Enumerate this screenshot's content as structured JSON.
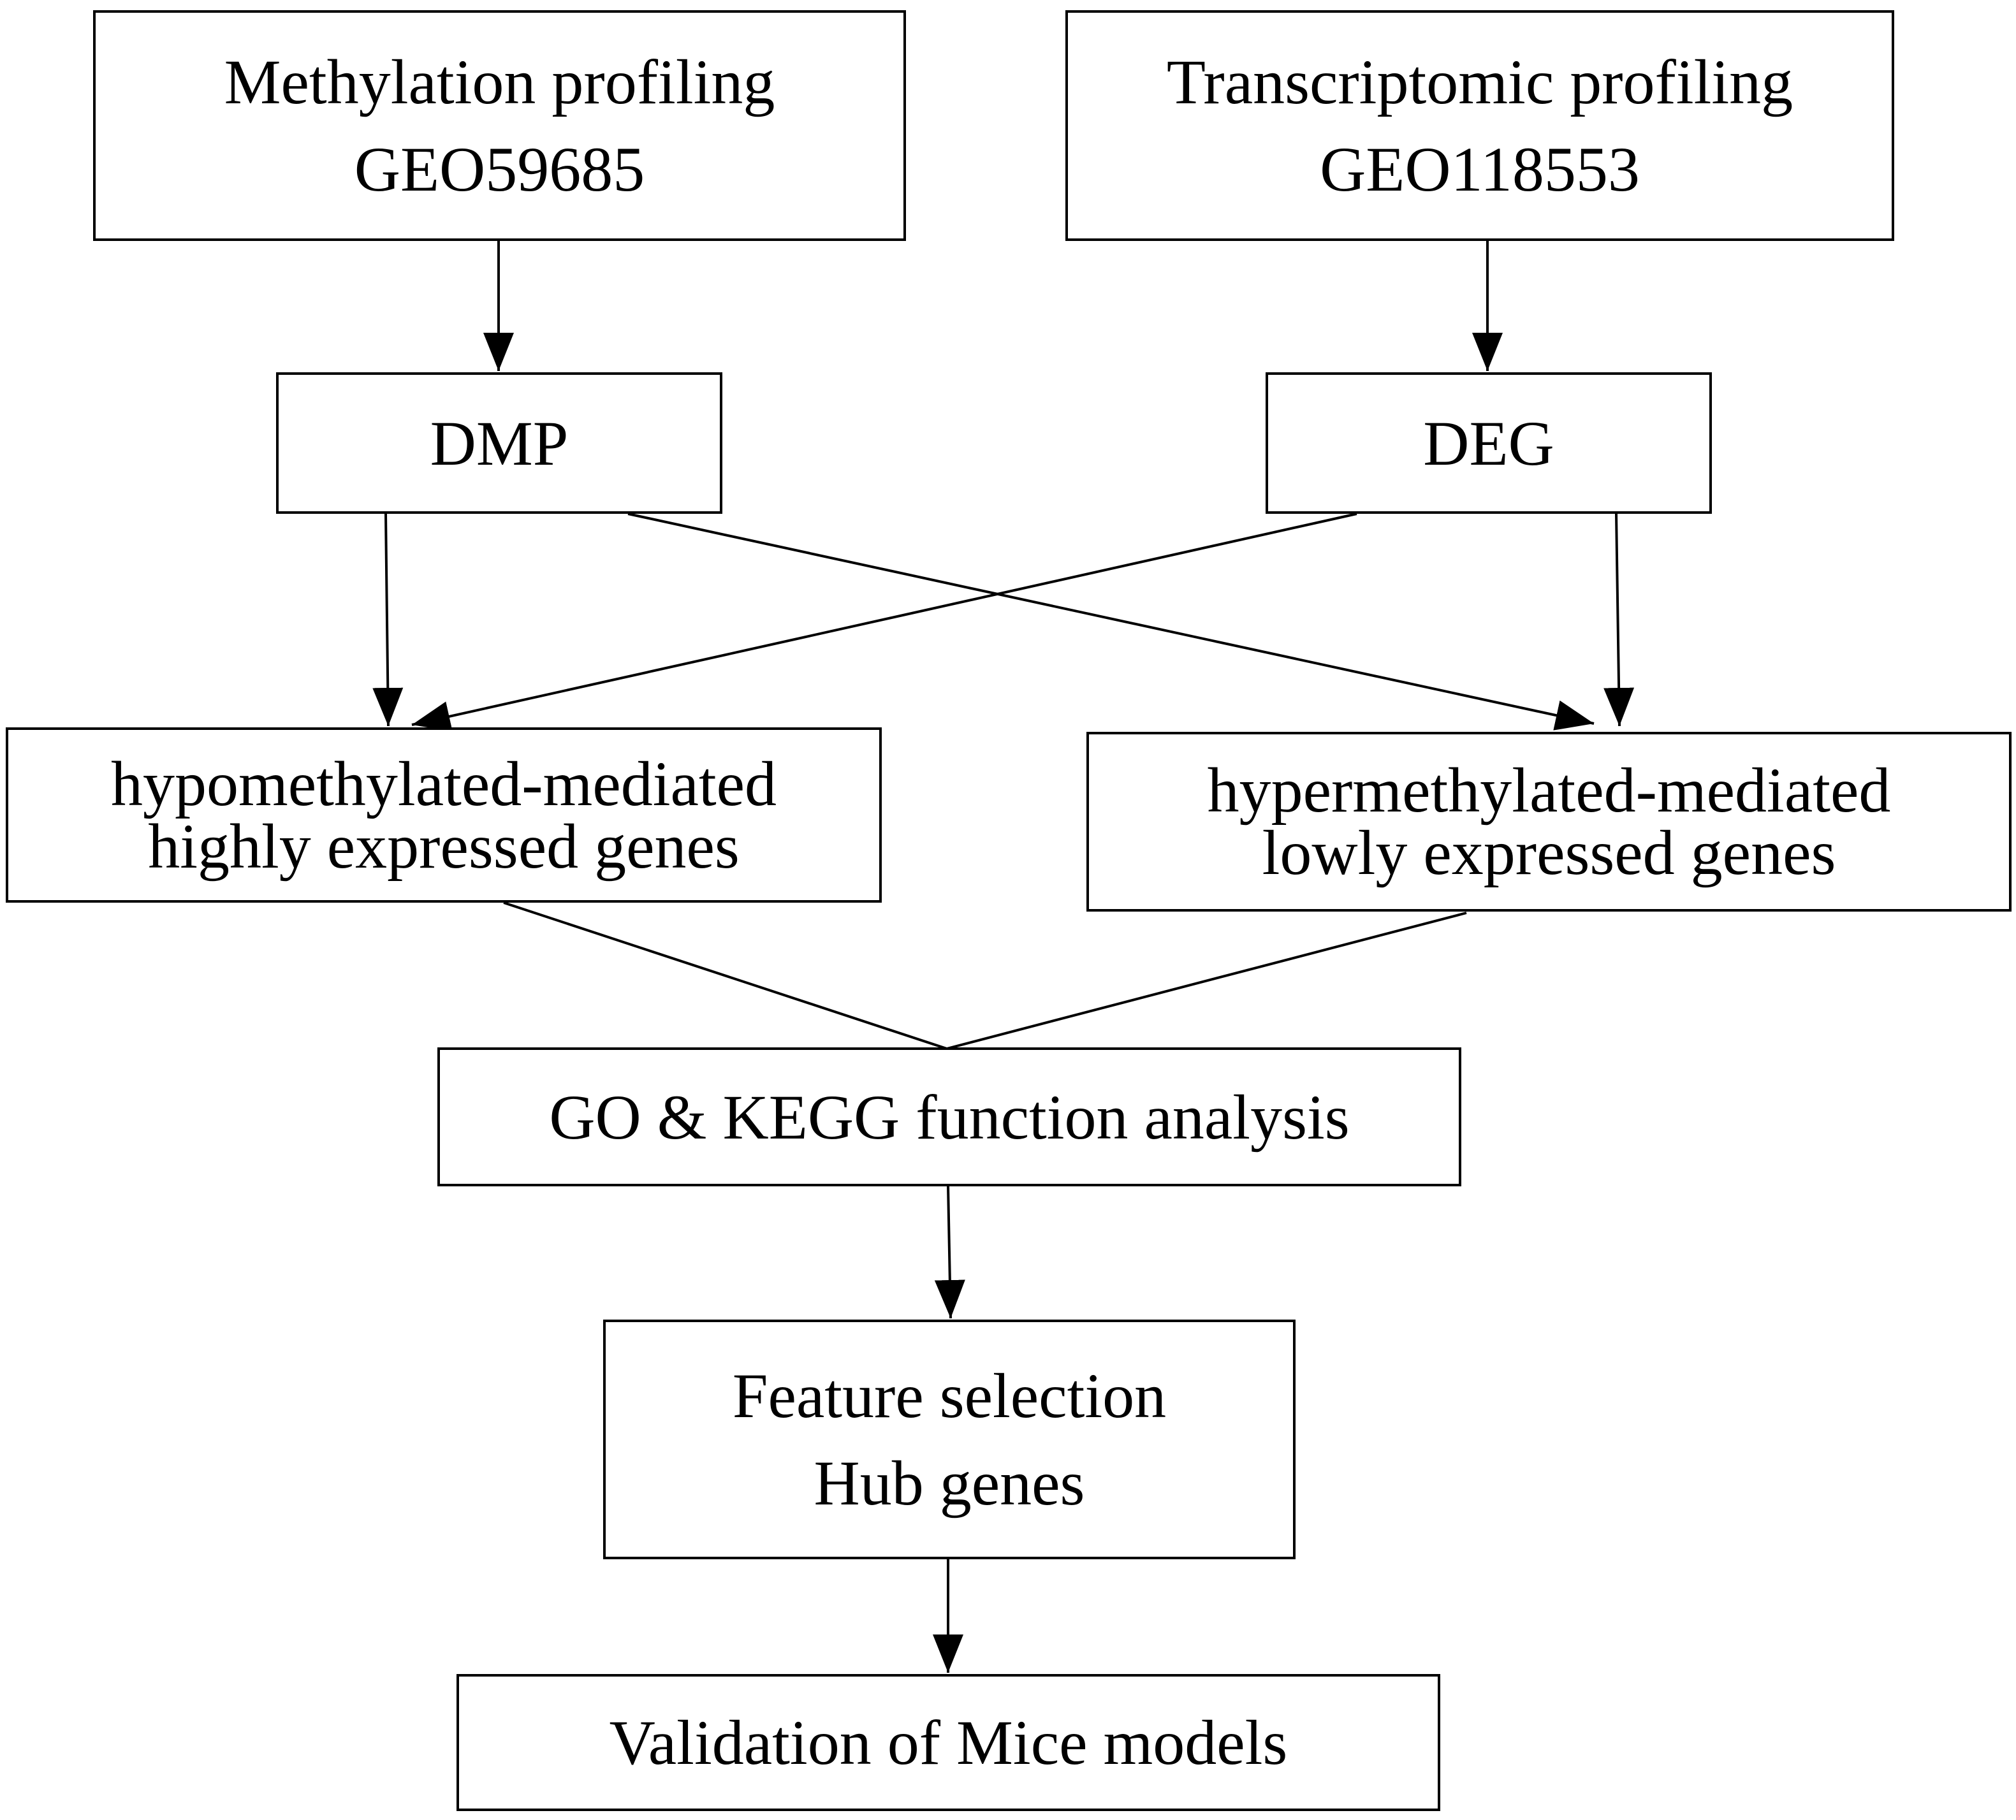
{
  "nodes": {
    "methylation": {
      "line1": "Methylation profiling",
      "line2": "GEO59685"
    },
    "transcriptomic": {
      "line1": "Transcriptomic profiling",
      "line2": "GEO118553"
    },
    "dmp": {
      "label": "DMP"
    },
    "deg": {
      "label": "DEG"
    },
    "hypo": {
      "line1": "hypomethylated-mediated",
      "line2": "highly expressed genes"
    },
    "hyper": {
      "line1": "hypermethylated-mediated",
      "line2": "lowly expressed genes"
    },
    "go_kegg": {
      "label": "GO & KEGG function analysis"
    },
    "feature": {
      "line1": "Feature selection",
      "line2": "Hub genes"
    },
    "validation": {
      "label": "Validation of Mice models"
    }
  },
  "edges": [
    {
      "from": "Methylation profiling",
      "to": "DMP",
      "arrow": true
    },
    {
      "from": "Transcriptomic profiling",
      "to": "DEG",
      "arrow": true
    },
    {
      "from": "DMP",
      "to": "hypomethylated-mediated highly expressed genes",
      "arrow": true
    },
    {
      "from": "DEG",
      "to": "hypomethylated-mediated highly expressed genes",
      "arrow": true
    },
    {
      "from": "DMP",
      "to": "hypermethylated-mediated lowly expressed genes",
      "arrow": true
    },
    {
      "from": "DEG",
      "to": "hypermethylated-mediated lowly expressed genes",
      "arrow": true
    },
    {
      "from": "hypomethylated-mediated highly expressed genes",
      "to": "GO & KEGG function analysis",
      "arrow": false
    },
    {
      "from": "hypermethylated-mediated lowly expressed genes",
      "to": "GO & KEGG function analysis",
      "arrow": false
    },
    {
      "from": "GO & KEGG function analysis",
      "to": "Feature selection",
      "arrow": true
    },
    {
      "from": "Feature selection",
      "to": "Validation of Mice models",
      "arrow": true
    }
  ]
}
